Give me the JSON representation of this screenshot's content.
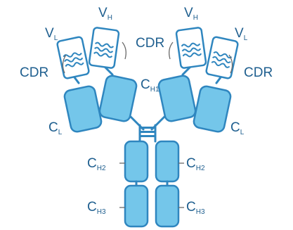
{
  "labels": {
    "vh": {
      "main": "V",
      "sub": "H"
    },
    "vl": {
      "main": "V",
      "sub": "L"
    },
    "cdr": "CDR",
    "ch1": {
      "main": "C",
      "sub": "H1"
    },
    "cl": {
      "main": "C",
      "sub": "L"
    },
    "ch2": {
      "main": "C",
      "sub": "H2"
    },
    "ch3": {
      "main": "C",
      "sub": "H3"
    }
  },
  "colors": {
    "domain_fill": "#74c6ea",
    "outline": "#2f86bf",
    "variable_fill": "#ffffff",
    "label_text": "#1f5f8f"
  }
}
